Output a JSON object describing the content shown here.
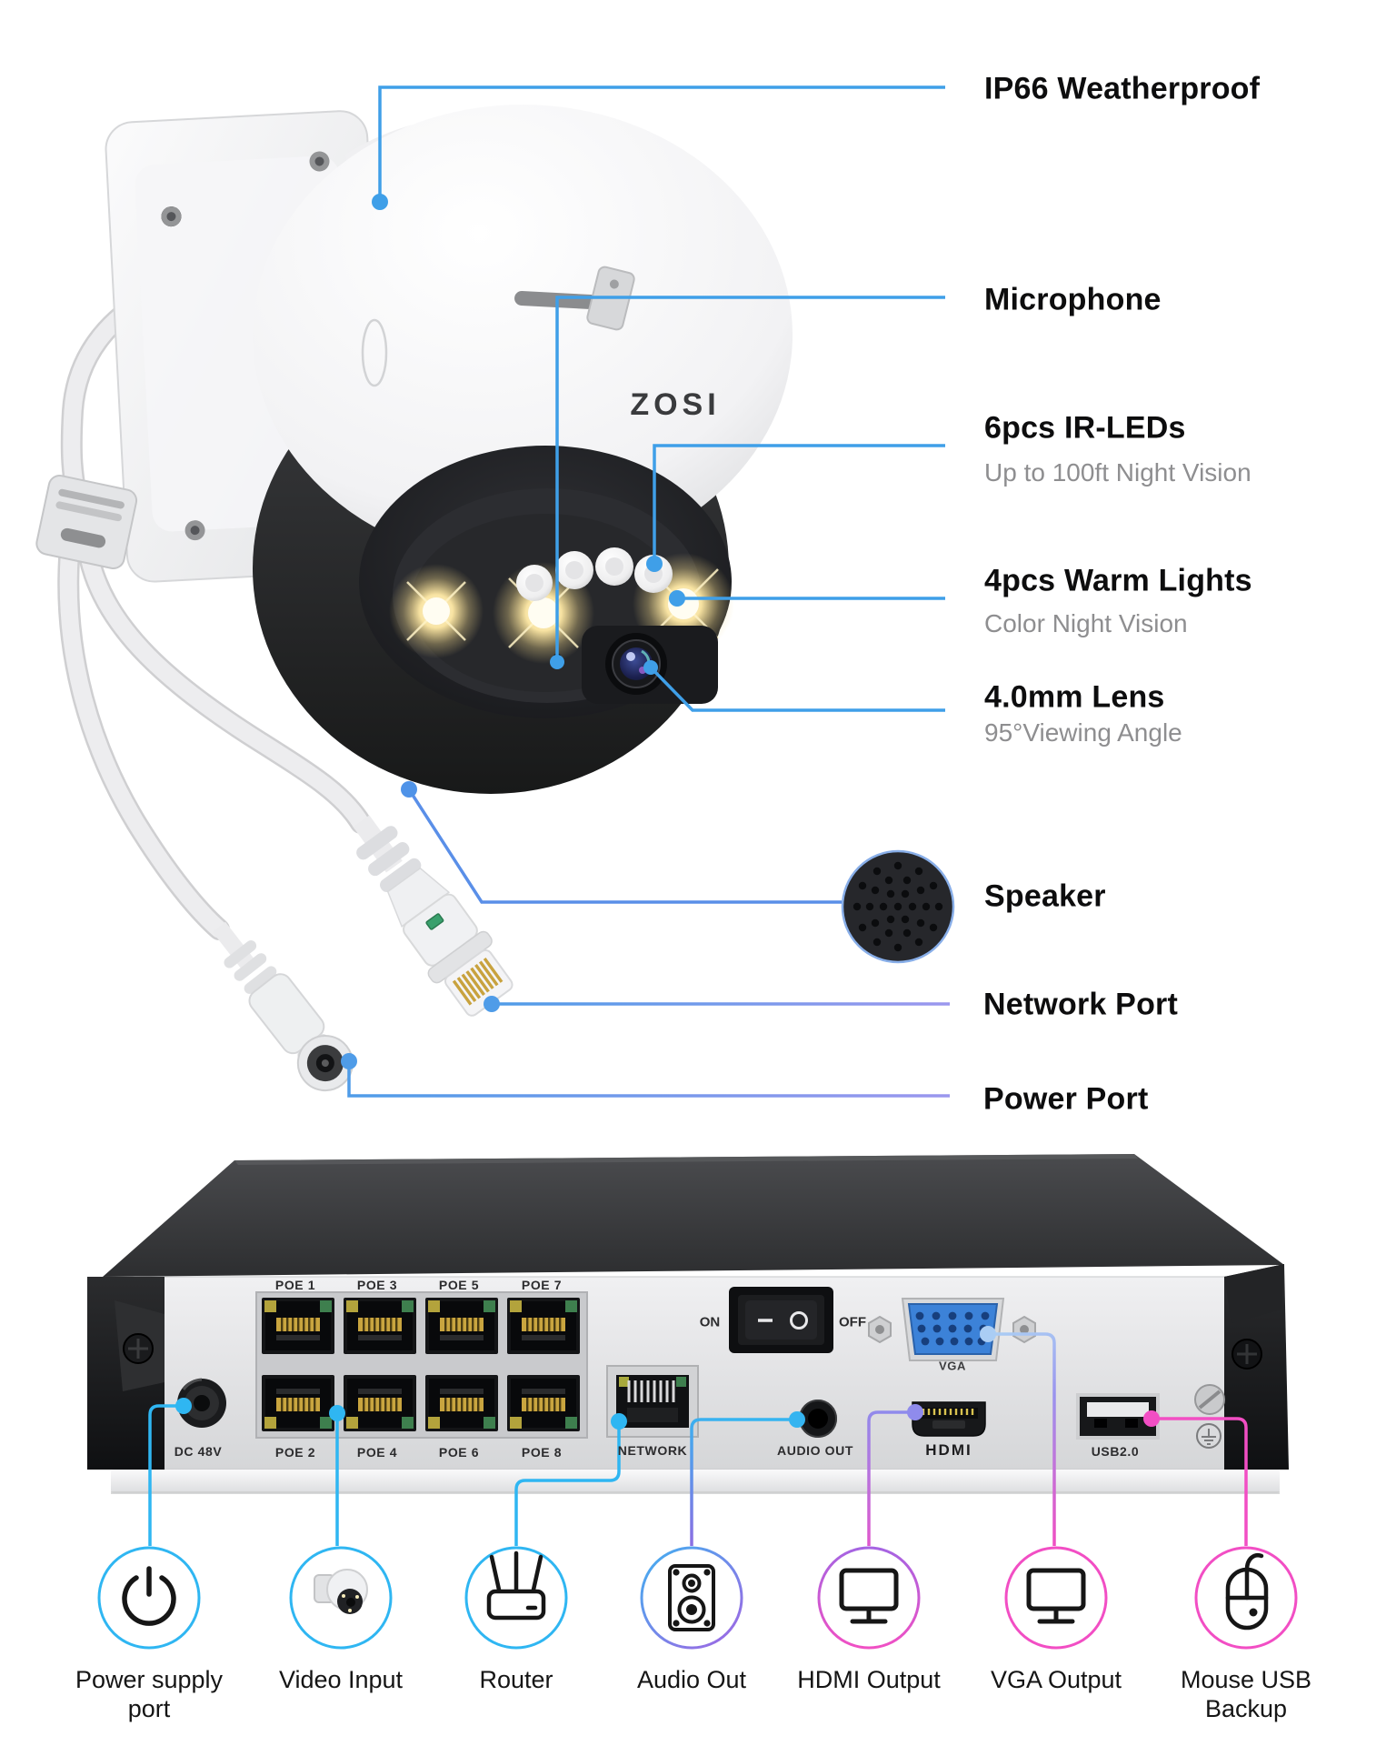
{
  "brand": "ZOSI",
  "colors": {
    "callout_blue": "#3f9fe8",
    "cyan_line": "#2fb6f2",
    "pink_line": "#f24ec4",
    "purple_line": "#8f6ce2",
    "vga_blue": "#3c82d8"
  },
  "camera_callouts": [
    {
      "id": "ip66",
      "title": "IP66 Weatherproof",
      "subtitle": ""
    },
    {
      "id": "microphone",
      "title": "Microphone",
      "subtitle": ""
    },
    {
      "id": "ir_leds",
      "title": "6pcs IR-LEDs",
      "subtitle": "Up to 100ft Night Vision"
    },
    {
      "id": "warm_lights",
      "title": "4pcs Warm Lights",
      "subtitle": "Color Night Vision"
    },
    {
      "id": "lens",
      "title": "4.0mm Lens",
      "subtitle": "95°Viewing Angle"
    },
    {
      "id": "speaker",
      "title": "Speaker",
      "subtitle": ""
    },
    {
      "id": "network",
      "title": "Network Port",
      "subtitle": ""
    },
    {
      "id": "power",
      "title": "Power Port",
      "subtitle": ""
    }
  ],
  "nvr": {
    "poe_top": [
      "POE 1",
      "POE 3",
      "POE 5",
      "POE 7"
    ],
    "poe_bottom": [
      "POE 2",
      "POE 4",
      "POE 6",
      "POE 8"
    ],
    "dc": "DC 48V",
    "on": "ON",
    "off": "OFF",
    "vga": "VGA",
    "network": "NETWORK",
    "audio": "AUDIO OUT",
    "hdmi": "HDMI",
    "usb": "USB2.0"
  },
  "legend": [
    {
      "label": "Power supply port",
      "icon": "power-icon"
    },
    {
      "label": "Video Input",
      "icon": "camera-icon"
    },
    {
      "label": "Router",
      "icon": "router-icon"
    },
    {
      "label": "Audio Out",
      "icon": "speaker-icon"
    },
    {
      "label": "HDMI Output",
      "icon": "monitor-icon"
    },
    {
      "label": "VGA Output",
      "icon": "monitor-icon"
    },
    {
      "label": "Mouse USB Backup",
      "icon": "mouse-icon"
    }
  ]
}
